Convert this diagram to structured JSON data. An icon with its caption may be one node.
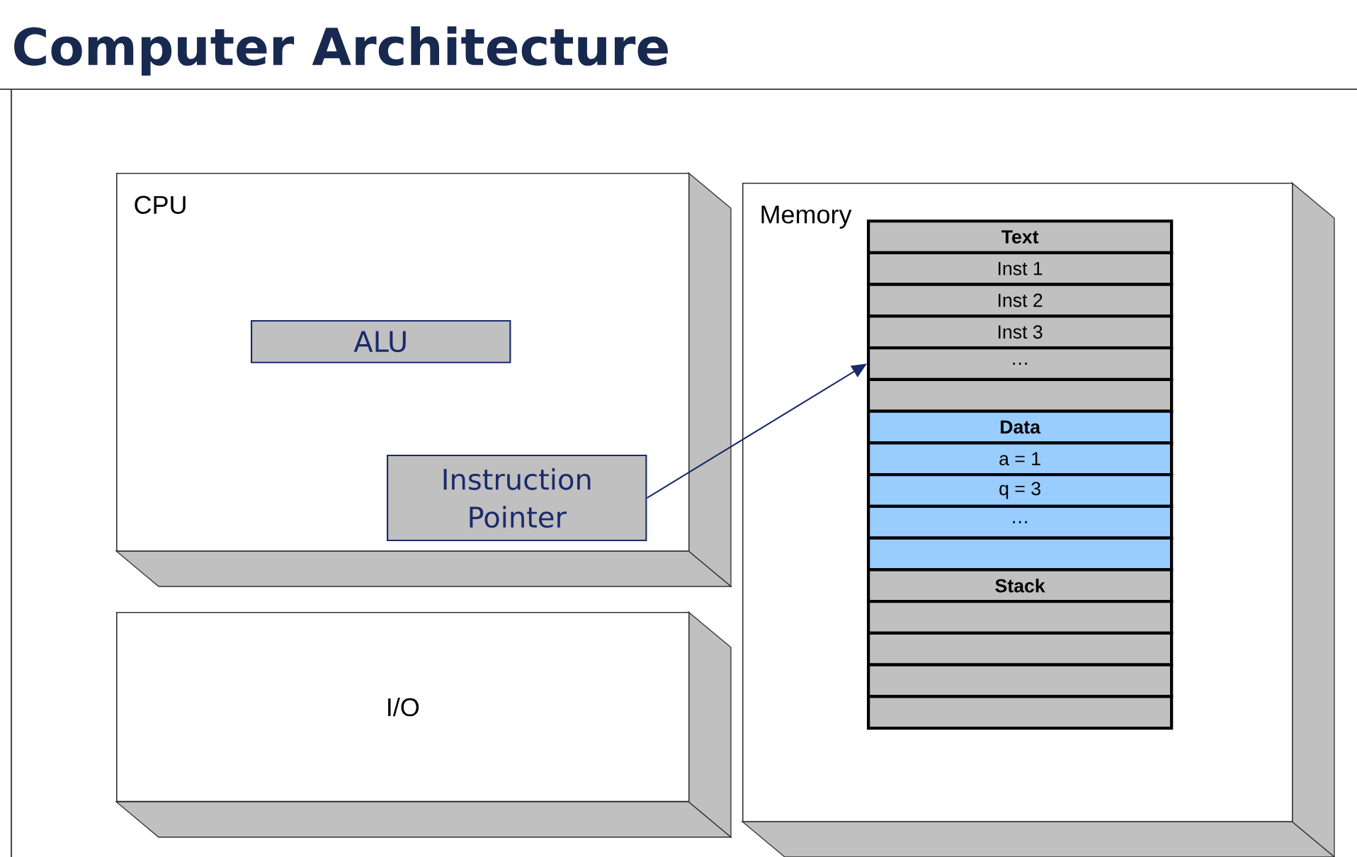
{
  "diagram": {
    "title": "Computer Architecture",
    "nodes": [
      {
        "text": [
          "CPU"
        ]
      },
      {
        "text": [
          "ALU"
        ],
        "in": 0
      },
      {
        "text": [
          "Instruction Pointer"
        ],
        "in": 0
      },
      {
        "text": [
          "I/O"
        ]
      },
      {
        "text": [
          "Memory"
        ]
      },
      {
        "text": [
          "Text"
        ],
        "in": 4
      },
      {
        "text": [
          "Inst 1"
        ],
        "in": 4
      },
      {
        "text": [
          "Inst 2"
        ],
        "in": 4
      },
      {
        "text": [
          "Inst 3"
        ],
        "in": 4
      },
      {
        "text": [
          "…"
        ],
        "in": 4
      },
      {
        "text": [],
        "shape": "box",
        "in": 4
      },
      {
        "text": [
          "Data"
        ],
        "in": 4
      },
      {
        "text": [
          "a = 1"
        ],
        "in": 4
      },
      {
        "text": [
          "q = 3"
        ],
        "in": 4
      },
      {
        "text": [
          "…"
        ],
        "in": 4
      },
      {
        "text": [],
        "shape": "box",
        "in": 4
      },
      {
        "text": [
          "Stack"
        ],
        "in": 4
      },
      {
        "text": [],
        "shape": "box",
        "in": 4
      },
      {
        "text": [],
        "shape": "box",
        "in": 4
      },
      {
        "text": [],
        "shape": "box",
        "in": 4
      },
      {
        "text": [],
        "shape": "box",
        "in": 4
      }
    ],
    "edges": [
      {
        "from": 2,
        "to": 9,
        "arrow": "to"
      }
    ]
  }
}
